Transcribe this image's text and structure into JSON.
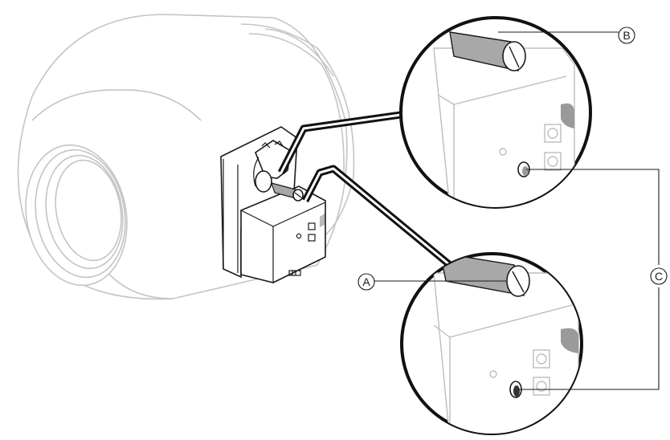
{
  "callouts": {
    "a": "A",
    "b": "B",
    "c": "C"
  },
  "colors": {
    "line": "#1a1a1a",
    "ghost": "#c4c4c4",
    "shaft": "#a8a8a8"
  }
}
